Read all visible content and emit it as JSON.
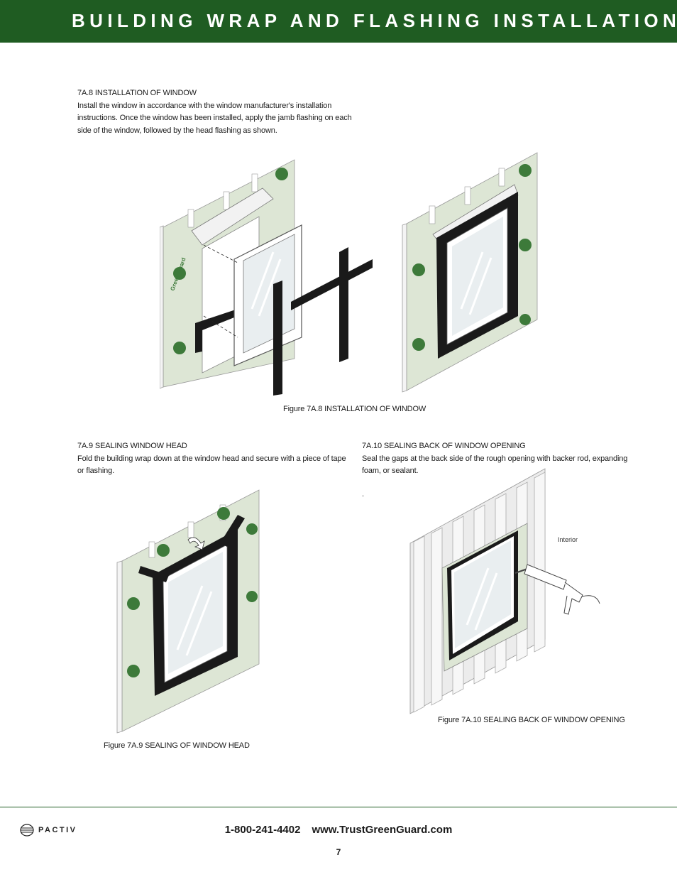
{
  "header": {
    "title": "BUILDING WRAP AND FLASHING INSTALLATION"
  },
  "sections": {
    "s8": {
      "heading": "7A.8 INSTALLATION OF WINDOW",
      "body": "Install the window in accordance with the window manufacturer's installation instructions. Once the window has been installed, apply the jamb flashing on each side of the window, followed by the head flashing as shown."
    },
    "s9": {
      "heading": "7A.9 SEALING WINDOW HEAD",
      "body": "Fold the building wrap down at the window head and secure with a piece of tape or flashing."
    },
    "s10": {
      "heading": "7A.10 SEALING BACK OF WINDOW OPENING",
      "body": "Seal the gaps at the back side of the rough opening with backer rod, expanding foam, or sealant.",
      "trailing": "."
    }
  },
  "figures": {
    "f8": {
      "caption": "Figure 7A.8 INSTALLATION OF WINDOW"
    },
    "f9": {
      "caption": "Figure 7A.9 SEALING OF WINDOW HEAD"
    },
    "f10": {
      "caption": "Figure 7A.10 SEALING BACK OF WINDOW OPENING",
      "label_interior": "Interior"
    }
  },
  "brand": {
    "wrap_text": "Green Guard",
    "logo_name": "PACTIV"
  },
  "footer": {
    "phone": "1-800-241-4402",
    "url": "www.TrustGreenGuard.com",
    "page_number": "7"
  },
  "colors": {
    "header_green": "#1f5c22",
    "wrap_green": "#dde6d5",
    "logo_green": "#3d7a3a",
    "flashing": "#1a1a1a"
  }
}
